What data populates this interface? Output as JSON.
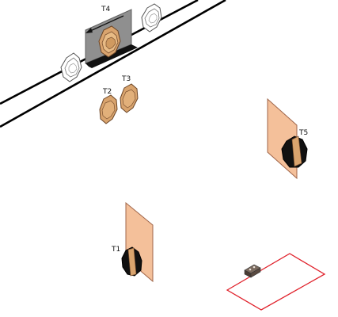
{
  "diagram": {
    "labels": {
      "t1": "T1",
      "t2": "T2",
      "t3": "T3",
      "t4": "T4",
      "t5": "T5"
    },
    "colors": {
      "background": "#ffffff",
      "track": "#000000",
      "panel_skin": "#f4c09a",
      "panel_edge": "#a0664a",
      "target_wood": "#d9a46e",
      "target_dark": "#111111",
      "carrier_grey": "#8f8f8f",
      "zone_outline": "#e0202a",
      "device_body": "#5a4a40"
    },
    "icons": {
      "target_t4": "octagon-target-icon",
      "idle_targets": "octagon-target-icon",
      "direction": "arrow-left-icon",
      "device": "sensor-box-icon"
    }
  }
}
